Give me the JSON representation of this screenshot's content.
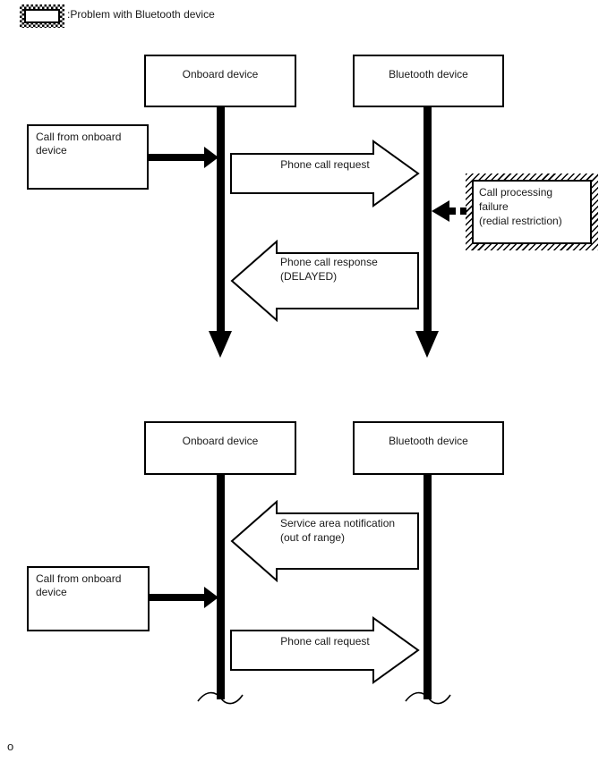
{
  "legend": {
    "swatch_icon": "hatched-box-icon",
    "label": ":Problem with Bluetooth device"
  },
  "colors": {
    "line": "#000000",
    "background": "#ffffff",
    "text": "#1a1a1a"
  },
  "diagram1": {
    "onboard": "Onboard device",
    "bluetooth": "Bluetooth device",
    "trigger": "Call from onboard device",
    "request": "Phone call request",
    "failure1": "Call processing failure",
    "failure2": "(redial restriction)",
    "response1": "Phone call response",
    "response2": "(DELAYED)"
  },
  "diagram2": {
    "onboard": "Onboard device",
    "bluetooth": "Bluetooth device",
    "notify1": "Service area notification",
    "notify2": "(out of range)",
    "trigger": "Call from onboard device",
    "request": "Phone call request"
  },
  "footer": {
    "marker": "o"
  }
}
